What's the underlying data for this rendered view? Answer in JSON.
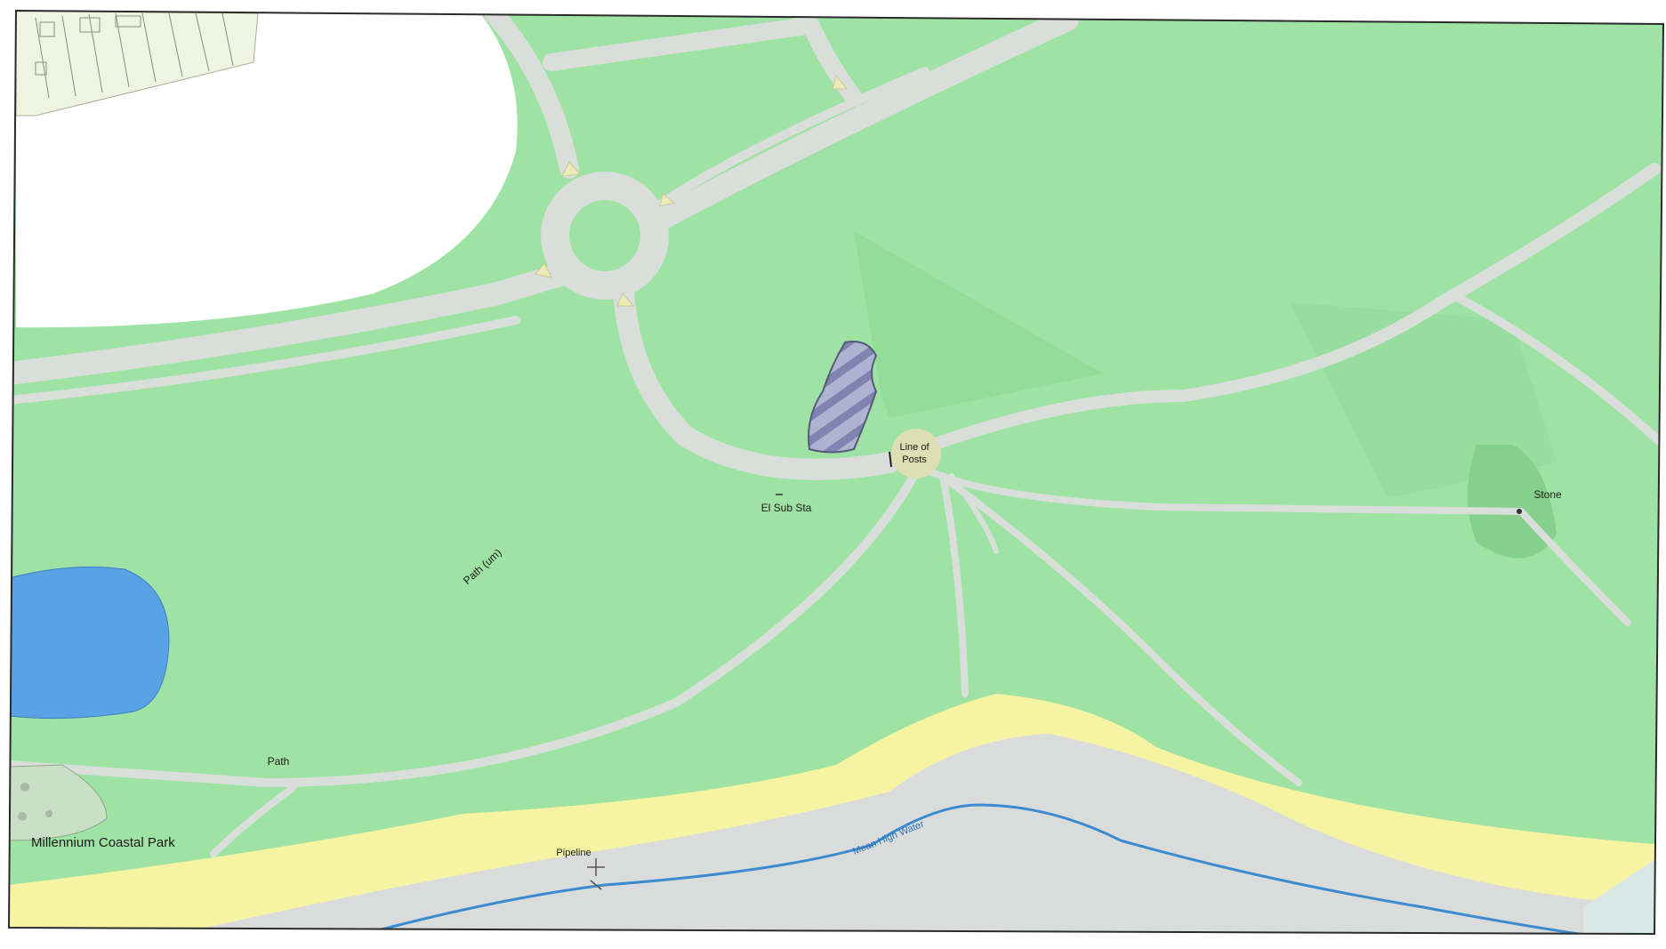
{
  "labels": {
    "line_of_posts_1": "Line of",
    "line_of_posts_2": "Posts",
    "el_sub_sta": "El Sub Sta",
    "path_um": "Path (um)",
    "path": "Path",
    "stone": "Stone",
    "park_name": "Millennium Coastal Park",
    "pipeline": "Pipeline",
    "mean_high_water": "Mean High Water"
  },
  "colors": {
    "grass": "#9fe3a4",
    "grass_dark": "#8bd592",
    "road": "#d9dedb",
    "water": "#5aa2e6",
    "sand": "#f6f3a3",
    "foreshore": "#dadcdc",
    "boundary": "#2a2a2a",
    "water_line": "#3c8bd0",
    "hatch_area": "#9a9fc2"
  }
}
